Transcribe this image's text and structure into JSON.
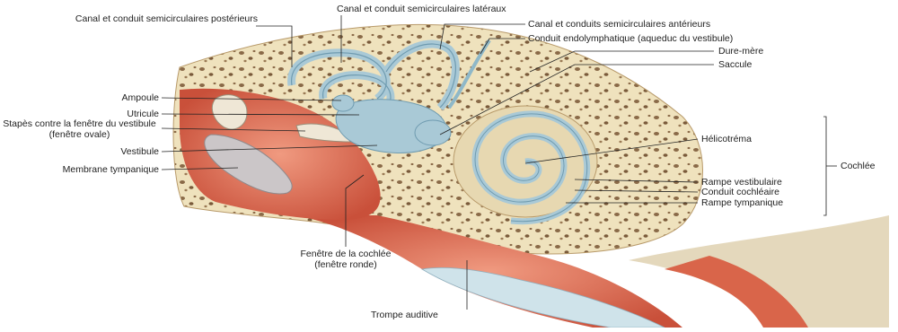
{
  "labels": {
    "canal_posterieur": "Canal et conduit semicirculaires postérieurs",
    "canal_lateral": "Canal et conduit semicirculaires latéraux",
    "canal_anterieur": "Canal et conduits semicirculaires antérieurs",
    "conduit_endolymphatique": "Conduit endolymphatique (aqueduc du vestibule)",
    "dure_mere": "Dure-mère",
    "saccule": "Saccule",
    "ampoule": "Ampoule",
    "utricule": "Utricule",
    "stapes": "Stapès contre la fenêtre du vestibule (fenêtre ovale)",
    "vestibule": "Vestibule",
    "membrane_tympanique": "Membrane tympanique",
    "helicotrema": "Hélicotréma",
    "cochlee": "Cochlée",
    "rampe_vestibulaire": "Rampe vestibulaire",
    "conduit_cochleaire": "Conduit cochléaire",
    "rampe_tympanique": "Rampe tympanique",
    "fenetre_cochlee": "Fenêtre de la cochlée (fenêtre ronde)",
    "trompe_auditive": "Trompe auditive"
  },
  "colors": {
    "bone": "#efe2bd",
    "bone_pore": "#7a5a3a",
    "tissue": "#e07a5f",
    "tissue_dark": "#c0503a",
    "labyrinth": "#a9c9d6",
    "labyrinth_edge": "#6f9bb0",
    "membrane": "#c9c4c6",
    "leader": "#222222"
  }
}
